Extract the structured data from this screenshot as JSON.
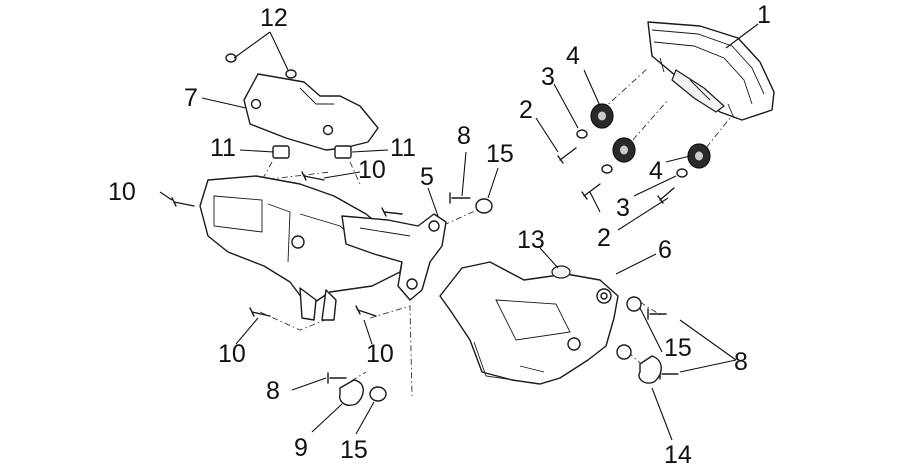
{
  "diagram": {
    "callouts": [
      {
        "id": "c1",
        "label": "1"
      },
      {
        "id": "c2a",
        "label": "2"
      },
      {
        "id": "c2b",
        "label": "2"
      },
      {
        "id": "c3a",
        "label": "3"
      },
      {
        "id": "c3b",
        "label": "3"
      },
      {
        "id": "c4a",
        "label": "4"
      },
      {
        "id": "c4b",
        "label": "4"
      },
      {
        "id": "c5",
        "label": "5"
      },
      {
        "id": "c6",
        "label": "6"
      },
      {
        "id": "c7",
        "label": "7"
      },
      {
        "id": "c8a",
        "label": "8"
      },
      {
        "id": "c8b",
        "label": "8"
      },
      {
        "id": "c8c",
        "label": "8"
      },
      {
        "id": "c9",
        "label": "9"
      },
      {
        "id": "c10a",
        "label": "10"
      },
      {
        "id": "c10b",
        "label": "10"
      },
      {
        "id": "c10c",
        "label": "10"
      },
      {
        "id": "c10d",
        "label": "10"
      },
      {
        "id": "c11a",
        "label": "11"
      },
      {
        "id": "c11b",
        "label": "11"
      },
      {
        "id": "c12",
        "label": "12"
      },
      {
        "id": "c13",
        "label": "13"
      },
      {
        "id": "c14",
        "label": "14"
      },
      {
        "id": "c15a",
        "label": "15"
      },
      {
        "id": "c15b",
        "label": "15"
      },
      {
        "id": "c15c",
        "label": "15"
      }
    ]
  }
}
